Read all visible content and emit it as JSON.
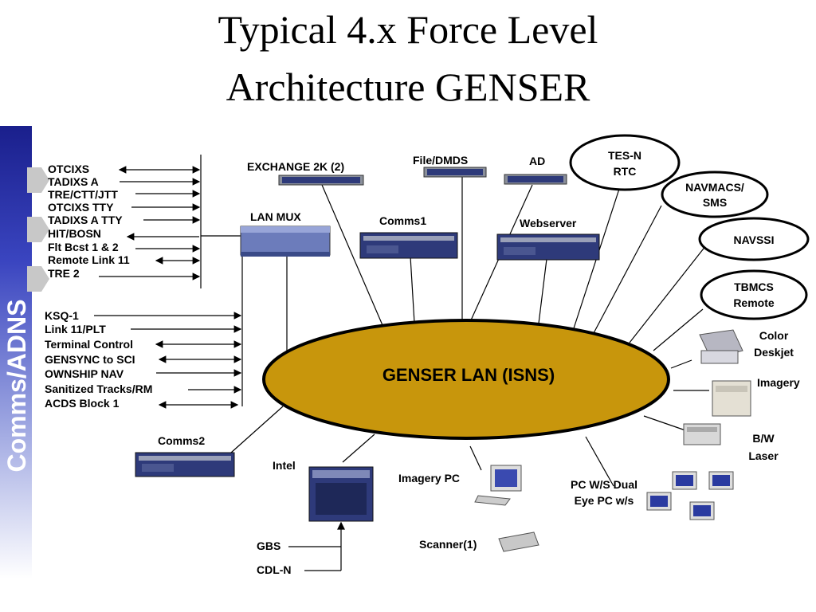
{
  "title": {
    "line1": "Typical 4.x Force Level",
    "line2": "Architecture  GENSER"
  },
  "sidebar": {
    "label": "Comms/ADNS"
  },
  "lan": {
    "label": "GENSER LAN (ISNS)"
  },
  "left_group_1": [
    "OTCIXS",
    "TADIXS A",
    "TRE/CTT/JTT",
    "OTCIXS TTY",
    "TADIXS A TTY",
    "HIT/BOSN",
    "Flt Bcst 1 & 2",
    "Remote Link 11",
    "TRE 2"
  ],
  "left_group_2": [
    "KSQ-1",
    "Link 11/PLT",
    "Terminal Control",
    "GENSYNC to SCI",
    "OWNSHIP NAV",
    "Sanitized Tracks/RM",
    "ACDS Block 1"
  ],
  "nodes": {
    "exchange": "EXCHANGE 2K (2)",
    "file_dmds": "File/DMDS",
    "ad": "AD",
    "lan_mux": "LAN MUX",
    "comms1": "Comms1",
    "webserver": "Webserver",
    "comms2": "Comms2",
    "intel": "Intel",
    "imagery_pc": "Imagery PC",
    "scanner": "Scanner(1)",
    "gbs": "GBS",
    "cdl_n": "CDL-N",
    "pc_dual_line1": "PC W/S Dual",
    "pc_dual_line2": "Eye PC w/s",
    "color_deskjet_line1": "Color",
    "color_deskjet_line2": "Deskjet",
    "imagery": "Imagery",
    "bw_laser_line1": "B/W",
    "bw_laser_line2": "Laser"
  },
  "ovals": {
    "tes_n_line1": "TES-N",
    "tes_n_line2": "RTC",
    "navmacs_line1": "NAVMACS/",
    "navmacs_line2": "SMS",
    "navssi": "NAVSSI",
    "tbmcs_line1": "TBMCS",
    "tbmcs_line2": "Remote"
  },
  "colors": {
    "lan_fill": "#c8960c",
    "sidebar": "#2a33a8",
    "server": "#2e3a7a"
  }
}
